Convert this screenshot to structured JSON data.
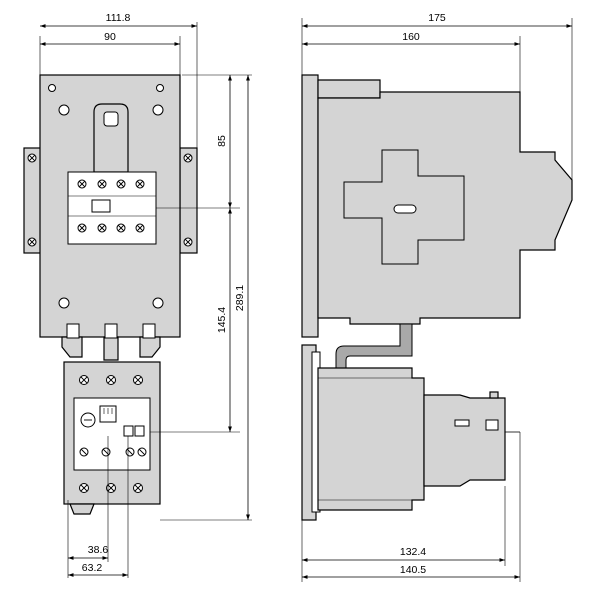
{
  "dimensions": {
    "front_width_outer": "111.8",
    "front_width_inner": "90",
    "front_height_upper": "85",
    "front_height_total": "289.1",
    "front_height_lower": "145.4",
    "front_bottom_offset_1": "38.6",
    "front_bottom_offset_2": "63.2",
    "side_depth_total": "175",
    "side_depth_inner": "160",
    "side_bottom_depth_1": "132.4",
    "side_bottom_depth_2": "140.5"
  }
}
